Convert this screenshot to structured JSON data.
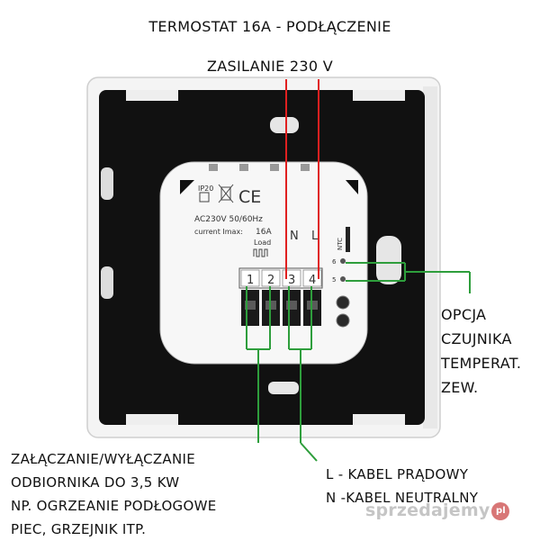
{
  "title": "TERMOSTAT 16A - PODŁĄCZENIE",
  "power_label": "ZASILANIE 230 V",
  "sensor_option": [
    "OPCJA",
    "CZUJNIKA",
    "TEMPERAT.",
    "ZEW."
  ],
  "load_switch": [
    "ZAŁĄCZANIE/WYŁĄCZANIE",
    "ODBIORNIKA DO 3,5 KW",
    "NP. OGRZEANIE PODŁOGOWE",
    "PIEC, GRZEJNIK ITP."
  ],
  "cable_legend": [
    "L - KABEL PRĄDOWY",
    "N -KABEL NEUTRALNY"
  ],
  "device": {
    "rating_ip": "IP20",
    "ce_mark": "CE",
    "voltage": "AC230V 50/60Hz",
    "current": "current Imax:",
    "current_value": "16A",
    "load": "Load",
    "n_label": "N",
    "l_label": "L",
    "ntc_label": "NTC",
    "ntc_pin_6": "6",
    "ntc_pin_5": "5",
    "terminals": [
      "1",
      "2",
      "3",
      "4"
    ]
  },
  "colors": {
    "power_wire": "#e02020",
    "load_wire": "#2e9e3c",
    "sensor_wire": "#2e9e3c",
    "plate": "#111111"
  },
  "watermark": {
    "text": "sprzedajemy",
    "badge": "pl"
  }
}
